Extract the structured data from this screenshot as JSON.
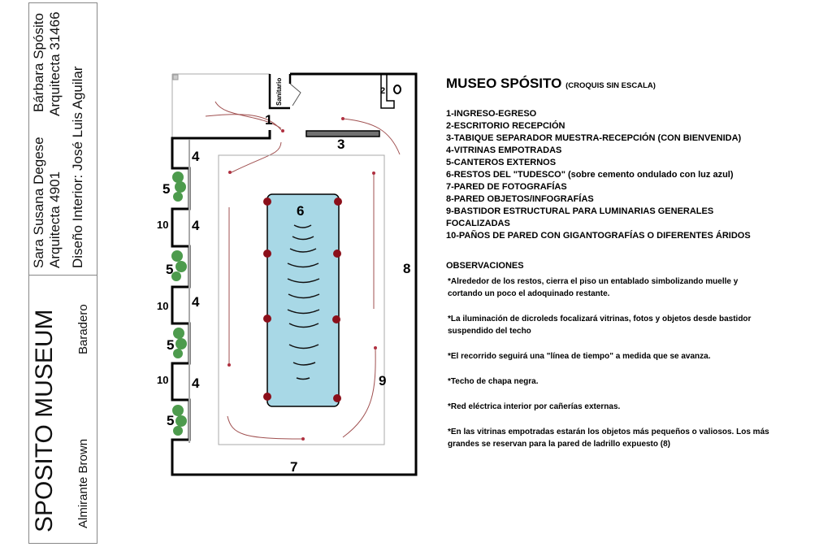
{
  "title_block": {
    "architect1_name": "Sara Susana Degese",
    "architect1_reg": "Arquitecta 4901",
    "architect2_name": "Bárbara Spósito",
    "architect2_reg": "Arquitecta 31466",
    "interior_design": "Diseño Interior: José Luis Aguilar",
    "museum_name": "SPOSITO MUSEUM",
    "location_left": "Almirante Brown",
    "location_right": "Baradero"
  },
  "plan": {
    "sanitario": "Sanitario",
    "labels": {
      "n1": "1",
      "n2": "2",
      "n3": "3",
      "n4": "4",
      "n5": "5",
      "n6": "6",
      "n7": "7",
      "n8": "8",
      "n9": "9",
      "n10": "10"
    },
    "colors": {
      "pool": "#a8d8e6",
      "light": "#8b0f1a",
      "plant": "#2f8a2f",
      "partition": "#707070",
      "path": "#a05050"
    }
  },
  "notes": {
    "title": "MUSEO SPÓSITO",
    "subtitle": "(CROQUIS SIN ESCALA)",
    "legend": [
      "1-INGRESO-EGRESO",
      "2-ESCRITORIO RECEPCIÓN",
      "3-TABIQUE SEPARADOR MUESTRA-RECEPCIÓN (CON BIENVENIDA)",
      "4-VITRINAS EMPOTRADAS",
      "5-CANTEROS EXTERNOS",
      "6-RESTOS DEL \"TUDESCO\" (sobre cemento ondulado con luz azul)",
      "7-PARED DE FOTOGRAFÍAS",
      "8-PARED OBJETOS/INFOGRAFÍAS",
      "9-BASTIDOR ESTRUCTURAL PARA LUMINARIAS GENERALES FOCALIZADAS",
      "10-PAÑOS DE PARED CON GIGANTOGRAFÍAS O DIFERENTES ÁRIDOS"
    ],
    "observations_title": "OBSERVACIONES",
    "observations": [
      "*Alrededor de los restos, cierra el piso un entablado simbolizando muelle y cortando un poco el adoquinado restante.",
      "*La iluminación de dicroleds focalizará vitrinas, fotos y objetos desde bastidor suspendido del techo",
      "*El recorrido seguirá una \"línea de tiempo\" a medida que se avanza.",
      "*Techo de chapa negra.",
      "*Red eléctrica interior por cañerías externas.",
      "*En las vitrinas empotradas estarán los objetos más pequeños o valiosos. Los más grandes se reservan para la pared de ladrillo expuesto (8)"
    ]
  }
}
